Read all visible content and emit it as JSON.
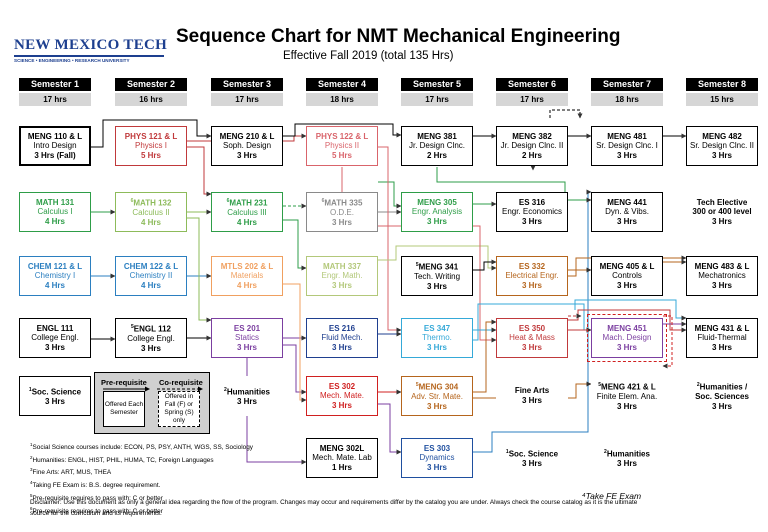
{
  "logo": {
    "name": "NEW MEXICO TECH",
    "tagline": "SCIENCE • ENGINEERING • RESEARCH UNIVERSITY"
  },
  "title": "Sequence Chart for NMT Mechanical Engineering",
  "subtitle": "Effective Fall 2019 (total 135 Hrs)",
  "semesters": [
    {
      "name": "Semester 1",
      "hrs": "17 hrs"
    },
    {
      "name": "Semester 2",
      "hrs": "16 hrs"
    },
    {
      "name": "Semester 3",
      "hrs": "17 hrs"
    },
    {
      "name": "Semester 4",
      "hrs": "18 hrs"
    },
    {
      "name": "Semester 5",
      "hrs": "17 hrs"
    },
    {
      "name": "Semester 6",
      "hrs": "17 hrs"
    },
    {
      "name": "Semester 7",
      "hrs": "18 hrs"
    },
    {
      "name": "Semester 8",
      "hrs": "15 hrs"
    }
  ],
  "courses": {
    "meng110": {
      "sup": "",
      "code": "MENG 110 & L",
      "name": "Intro Design",
      "hrs": "3 Hrs (Fall)",
      "color": "#000000"
    },
    "phys121": {
      "sup": "",
      "code": "PHYS 121 & L",
      "name": "Physics I",
      "hrs": "5 Hrs",
      "color": "#c0393b"
    },
    "meng210": {
      "sup": "",
      "code": "MENG 210 & L",
      "name": "Soph. Design",
      "hrs": "3 Hrs",
      "color": "#000000"
    },
    "phys122": {
      "sup": "",
      "code": "PHYS 122 & L",
      "name": "Physics II",
      "hrs": "5 Hrs",
      "color": "#d9646b"
    },
    "meng381": {
      "sup": "",
      "code": "MENG 381",
      "name": "Jr. Design Clnc.",
      "hrs": "2 Hrs",
      "color": "#000000"
    },
    "meng382": {
      "sup": "",
      "code": "MENG 382",
      "name": "Jr. Design Clnc. II",
      "hrs": "2 Hrs",
      "color": "#000000"
    },
    "meng481": {
      "sup": "",
      "code": "MENG 481",
      "name": "Sr. Design Clnc. I",
      "hrs": "3 Hrs",
      "color": "#000000"
    },
    "meng482": {
      "sup": "",
      "code": "MENG 482",
      "name": "Sr. Design Clnc. II",
      "hrs": "3 Hrs",
      "color": "#000000"
    },
    "math131": {
      "sup": "",
      "code": "MATH 131",
      "name": "Calculus I",
      "hrs": "4 Hrs",
      "color": "#2e9d48"
    },
    "math132": {
      "sup": "6",
      "code": "MATH 132",
      "name": "Calculus II",
      "hrs": "4 Hrs",
      "color": "#8dbb5a"
    },
    "math231": {
      "sup": "6",
      "code": "MATH 231",
      "name": "Calculus III",
      "hrs": "4 Hrs",
      "color": "#2e9d48"
    },
    "math335": {
      "sup": "6",
      "code": "MATH 335",
      "name": "O.D.E.",
      "hrs": "3 Hrs",
      "color": "#8a8a8a"
    },
    "meng305": {
      "sup": "",
      "code": "MENG 305",
      "name": "Engr. Analysis",
      "hrs": "3 Hrs",
      "color": "#2e9d48"
    },
    "es316": {
      "sup": "",
      "code": "ES 316",
      "name": "Engr. Economics",
      "hrs": "3 Hrs",
      "color": "#000000"
    },
    "meng441": {
      "sup": "",
      "code": "MENG 441",
      "name": "Dyn. & Vibs.",
      "hrs": "3 Hrs",
      "color": "#000000"
    },
    "techelec": {
      "sup": "",
      "code": "Tech Elective",
      "name": "300 or 400 level",
      "hrs": "3 Hrs",
      "color": "#000000"
    },
    "chem121": {
      "sup": "",
      "code": "CHEM 121 & L",
      "name": "Chemistry I",
      "hrs": "4 Hrs",
      "color": "#2b7fc0"
    },
    "chem122": {
      "sup": "",
      "code": "CHEM 122 & L",
      "name": "Chemistry II",
      "hrs": "4 Hrs",
      "color": "#2b7fc0"
    },
    "mtls202": {
      "sup": "",
      "code": "MTLS 202 & L",
      "name": "Materials",
      "hrs": "4 Hrs",
      "color": "#f0a060"
    },
    "math337": {
      "sup": "",
      "code": "MATH 337",
      "name": "Engr. Math.",
      "hrs": "3 Hrs",
      "color": "#b3c87a"
    },
    "meng341": {
      "sup": "5",
      "code": "MENG 341",
      "name": "Tech. Writing",
      "hrs": "3 Hrs",
      "color": "#000000"
    },
    "es332": {
      "sup": "",
      "code": "ES 332",
      "name": "Electrical Engr.",
      "hrs": "3 Hrs",
      "color": "#b5651d"
    },
    "meng405": {
      "sup": "",
      "code": "MENG 405 & L",
      "name": "Controls",
      "hrs": "3 Hrs",
      "color": "#000000"
    },
    "meng483": {
      "sup": "",
      "code": "MENG 483 & L",
      "name": "Mechatronics",
      "hrs": "3 Hrs",
      "color": "#000000"
    },
    "engl111": {
      "sup": "",
      "code": "ENGL 111",
      "name": "College Engl.",
      "hrs": "3 Hrs",
      "color": "#000000"
    },
    "engl112": {
      "sup": "5",
      "code": "ENGL 112",
      "name": "College Engl.",
      "hrs": "3 Hrs",
      "color": "#000000"
    },
    "es201": {
      "sup": "",
      "code": "ES 201",
      "name": "Statics",
      "hrs": "3 Hrs",
      "color": "#7b3fa0"
    },
    "es216": {
      "sup": "",
      "code": "ES 216",
      "name": "Fluid Mech.",
      "hrs": "3 Hrs",
      "color": "#1f3f8f"
    },
    "es347": {
      "sup": "",
      "code": "ES 347",
      "name": "Thermo.",
      "hrs": "3 Hrs",
      "color": "#35a9d8"
    },
    "es350": {
      "sup": "",
      "code": "ES 350",
      "name": "Heat & Mass",
      "hrs": "3 Hrs",
      "color": "#c0393b"
    },
    "meng451": {
      "sup": "",
      "code": "MENG 451",
      "name": "Mach. Design",
      "hrs": "3 Hrs",
      "color": "#7b3fa0"
    },
    "meng431": {
      "sup": "",
      "code": "MENG 431 & L",
      "name": "Fluid-Thermal",
      "hrs": "3 Hrs",
      "color": "#000000"
    },
    "socsci1": {
      "sup": "1",
      "code": "Soc. Science",
      "name": "",
      "hrs": "3 Hrs",
      "color": "#000000"
    },
    "hum3": {
      "sup": "2",
      "code": "Humanities",
      "name": "",
      "hrs": "3 Hrs",
      "color": "#000000"
    },
    "es302": {
      "sup": "",
      "code": "ES 302",
      "name": "Mech. Mate.",
      "hrs": "3 Hrs",
      "color": "#d02020"
    },
    "meng304": {
      "sup": "5",
      "code": "MENG 304",
      "name": "Adv. Str. Mate.",
      "hrs": "3 Hrs",
      "color": "#b5651d"
    },
    "finearts": {
      "sup": "",
      "code": "Fine Arts",
      "name": "",
      "hrs": "3 Hrs",
      "color": "#000000"
    },
    "meng421": {
      "sup": "5",
      "code": "MENG 421 & L",
      "name": "Finite Elem. Ana.",
      "hrs": "3 Hrs",
      "color": "#000000"
    },
    "humsoc8": {
      "sup": "2",
      "code": "Humanities /",
      "name": "Soc. Sciences",
      "hrs": "3 Hrs",
      "color": "#000000"
    },
    "meng302l": {
      "sup": "",
      "code": "MENG 302L",
      "name": "Mech. Mate. Lab",
      "hrs": "1 Hrs",
      "color": "#000000"
    },
    "es303": {
      "sup": "",
      "code": "ES 303",
      "name": "Dynamics",
      "hrs": "3 Hrs",
      "color": "#1f4f9f"
    },
    "socsci6": {
      "sup": "1",
      "code": "Soc. Science",
      "name": "",
      "hrs": "3 Hrs",
      "color": "#000000"
    },
    "hum7": {
      "sup": "2",
      "code": "Humanities",
      "name": "",
      "hrs": "3 Hrs",
      "color": "#000000"
    }
  },
  "legend": {
    "prereq_label": "Pre-requisite",
    "coreq_label": "Co-requisite",
    "prereq_note": "Offered Each Semester",
    "coreq_note": "Offered in Fall (F) or Spring (S) only"
  },
  "notes": [
    {
      "sup": "1",
      "text": "Social Science courses include: ECON, PS, PSY, ANTH, WGS, SS, Sociology"
    },
    {
      "sup": "2",
      "text": "Humanities: ENGL, HIST, PHIL, HUMA, TC, Foreign Languages"
    },
    {
      "sup": "3",
      "text": "Fine Arts: ART, MUS, THEA"
    },
    {
      "sup": "4",
      "text": "Taking FE Exam is: B.S. degree requirement."
    },
    {
      "sup": "5",
      "text": "Pre-requisite requires to pass with: C or better"
    },
    {
      "sup": "6",
      "text": "Pre-requisite requires to pass with: C or better"
    }
  ],
  "fe_exam": "⁴Take FE Exam",
  "disclaimer": "Disclaimer: Use this document as only a general idea regarding the flow of the program. Changes may occur and requirements differ by the catalog you are under. Always check the course catalog as it is the ultimate source for the curriculum and its requirements."
}
